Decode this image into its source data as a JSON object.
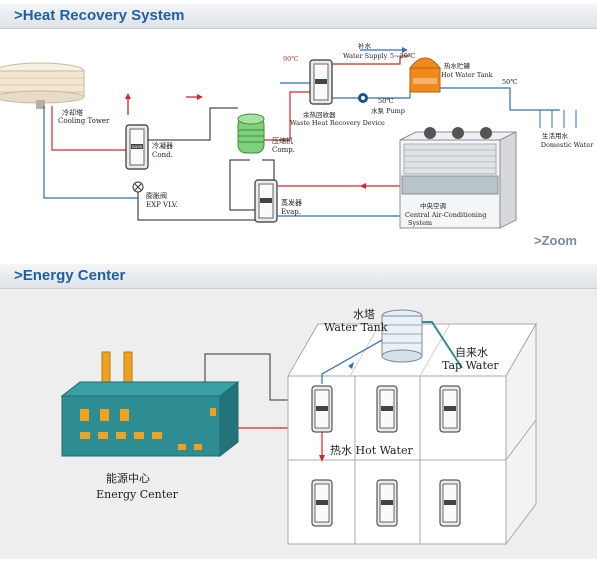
{
  "section1": {
    "title": ">Heat Recovery System",
    "zoom_label": ">Zoom",
    "labels": {
      "cooling_tower_cn": "冷却塔",
      "cooling_tower_en": "Cooling Tower",
      "cond_cn": "冷凝器",
      "cond_en": "Cond.",
      "exp_cn": "膨胀阀",
      "exp_en": "EXP VLV.",
      "comp_cn": "压缩机",
      "comp_en": "Comp.",
      "evap_cn": "蒸发器",
      "evap_en": "Evap.",
      "waste_cn": "余热回收器",
      "waste_en": "Waste Heat Recovery Device",
      "temp_90": "90℃",
      "temp_50_pump": "50℃",
      "temp_50_out": "50℃",
      "temp_range": "5~20℃",
      "water_supply_cn": "补水",
      "water_supply_en": "Water Supply",
      "pump_cn": "水泵",
      "pump_en": "Pump",
      "tank_cn": "热水贮罐",
      "tank_en": "Hot Water Tank",
      "domestic_cn": "生活用水",
      "domestic_en": "Domestic Water",
      "ac_cn": "中央空调",
      "ac_en1": "Central Air-Conditioning",
      "ac_en2": "System",
      "plate_mark": "BAYB"
    }
  },
  "section2": {
    "title": ">Energy Center",
    "labels": {
      "water_tank_cn": "水塔",
      "water_tank_en": "Water Tank",
      "tap_cn": "自来水",
      "tap_en": "Tap Water",
      "hot_water": "热水 Hot Water",
      "energy_cn": "能源中心",
      "energy_en": "Energy Center"
    }
  },
  "colors": {
    "header_text": "#1f5fa3",
    "red_pipe": "#d9262b",
    "blue_pipe": "#2f6fb8",
    "building_teal": "#2e8c93",
    "tank_orange": "#f08a1c"
  }
}
